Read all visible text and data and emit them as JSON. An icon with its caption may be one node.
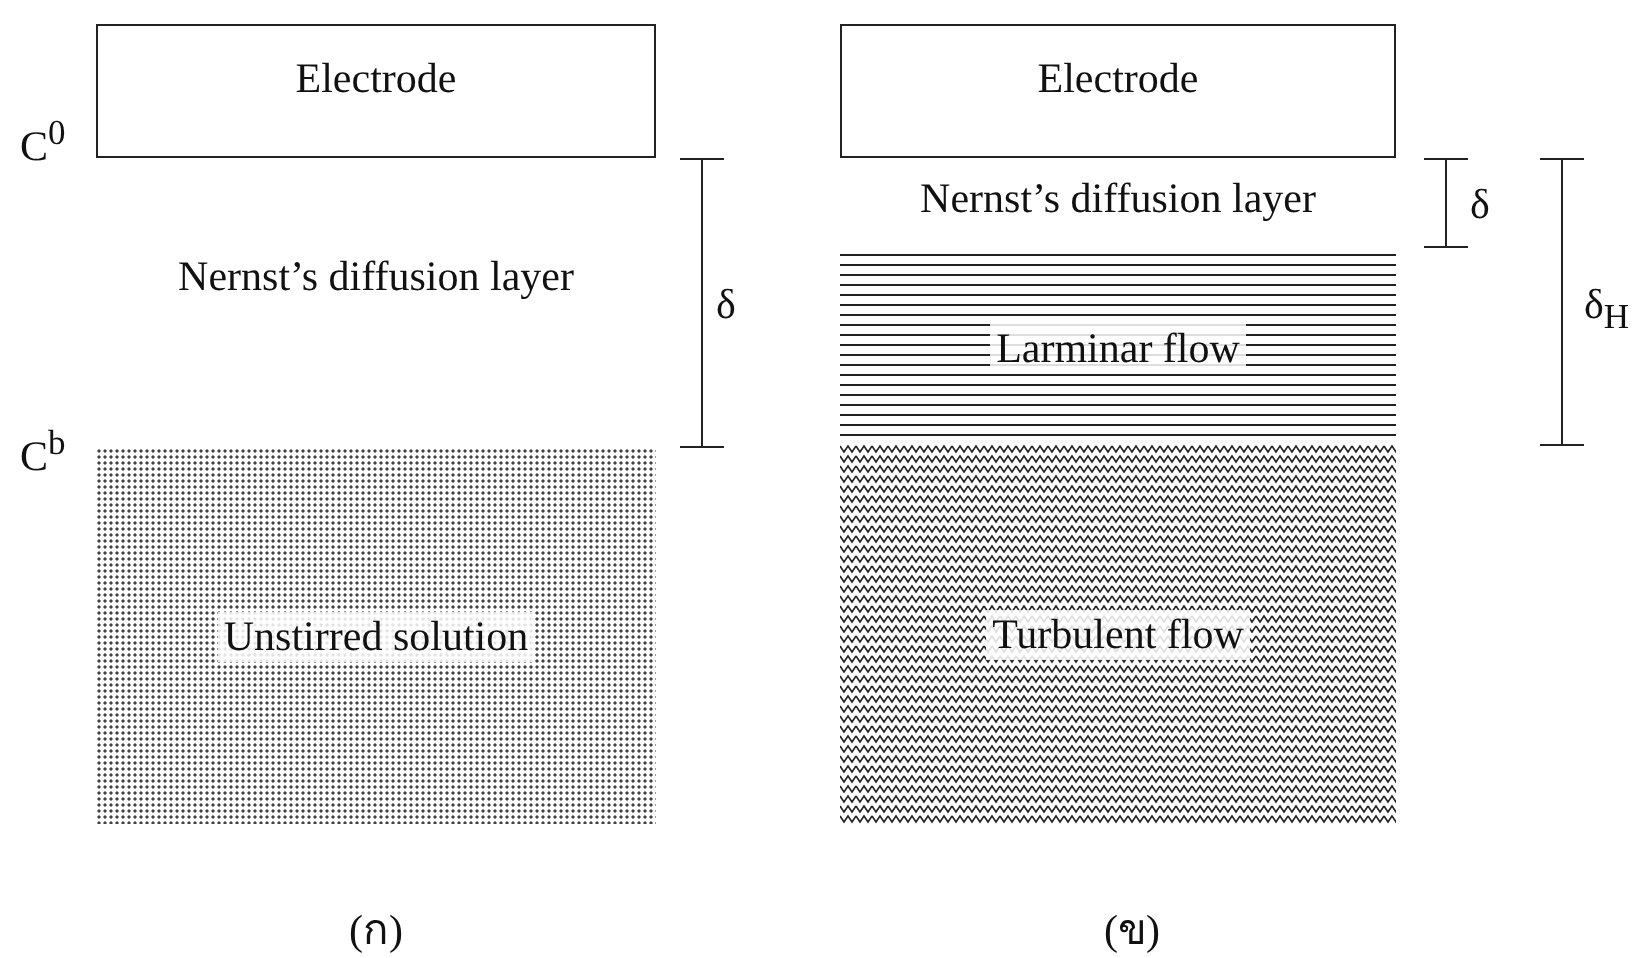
{
  "diagram": {
    "nodes": [
      {
        "text": [
          "Electrode"
        ]
      },
      {
        "text": [
          "Unstirred solution"
        ]
      },
      {
        "text": [
          "Electrode"
        ]
      },
      {
        "text": [
          "Larminar flow"
        ]
      },
      {
        "text": [
          "Turbulent flow"
        ]
      }
    ],
    "labels": [
      "C$^{0}$",
      "Nernst’s diffusion layer",
      "δ",
      "C$^{b}$",
      "Nernst’s diffusion layer",
      "δ",
      "δ$_{H}$",
      "(ก)",
      "(ข)"
    ]
  }
}
